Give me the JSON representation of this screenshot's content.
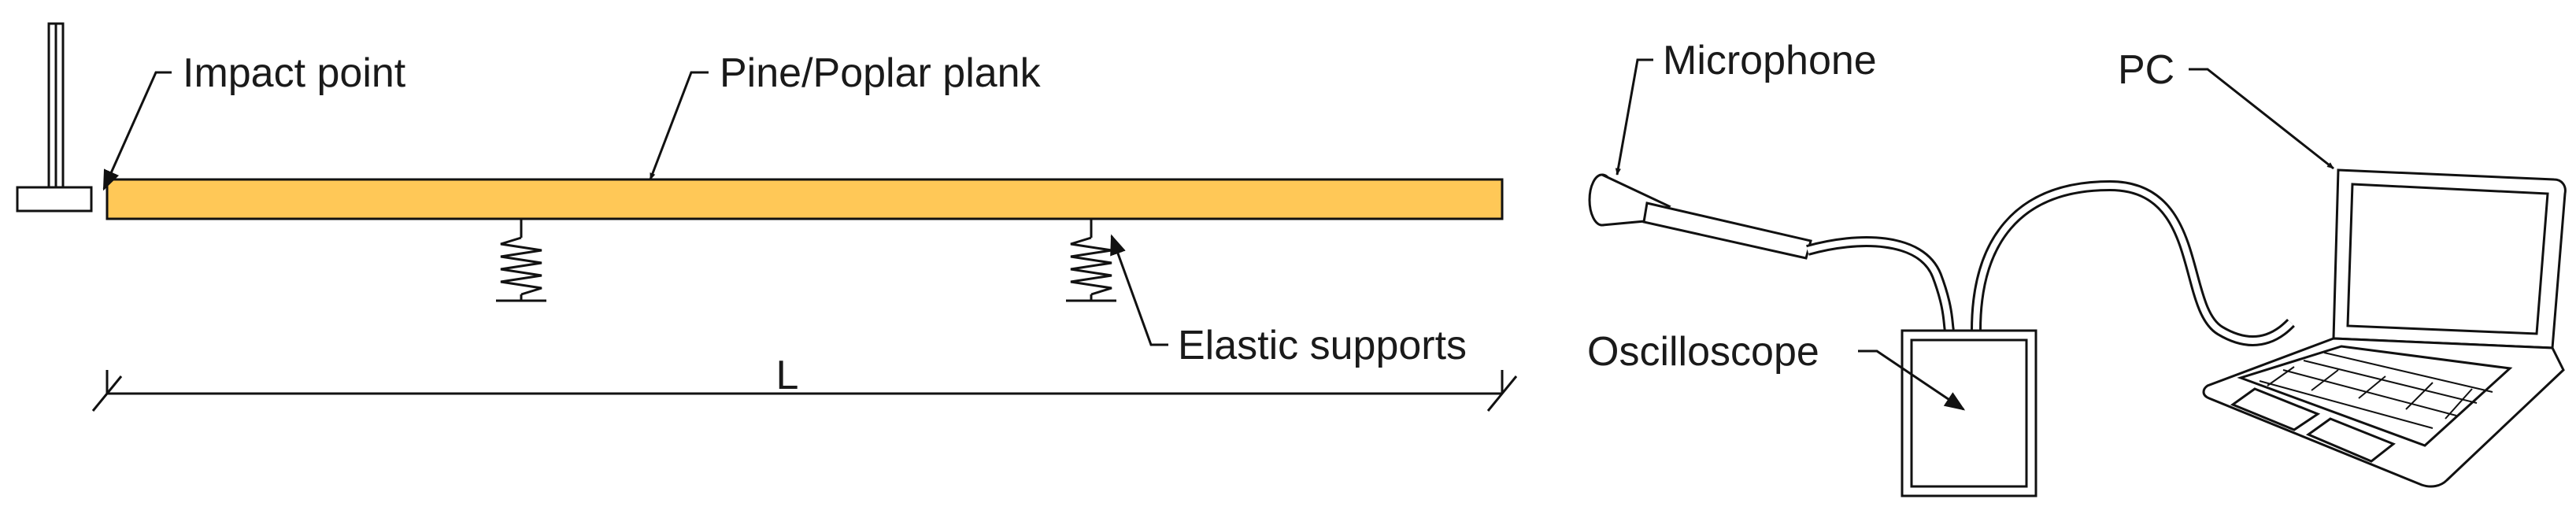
{
  "labels": {
    "impact_point": "Impact point",
    "plank": "Pine/Poplar plank",
    "supports": "Elastic supports",
    "length": "L",
    "microphone": "Microphone",
    "oscilloscope": "Oscilloscope",
    "pc": "PC"
  },
  "colors": {
    "plank_fill": "#FFC857",
    "line": "#111111"
  }
}
